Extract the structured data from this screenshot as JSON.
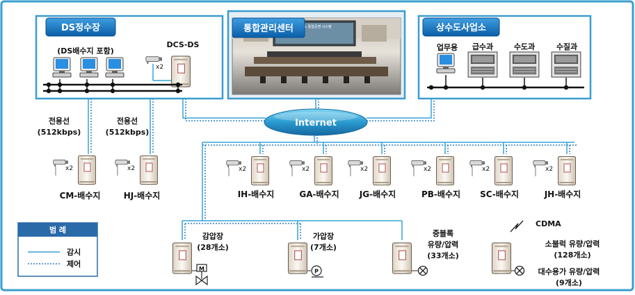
{
  "panels": {
    "ds": {
      "title": "DS정수장",
      "subtitle": "(DS배수지 포함)",
      "dcs_label": "DCS-DS",
      "cam_mult": "x2"
    },
    "center": {
      "title": "통합관리센터",
      "screen_text": "하수도 통합운영 시스템"
    },
    "office": {
      "title": "상수도사업소",
      "labels": [
        "업무용",
        "급수과",
        "수도과",
        "수질과"
      ]
    }
  },
  "internet": {
    "label": "Internet"
  },
  "dedicated_lines": [
    {
      "line1": "전용선",
      "line2": "(512kbps)"
    },
    {
      "line1": "전용선",
      "line2": "(512kbps)"
    }
  ],
  "reservoirs": [
    {
      "label": "CM-배수지",
      "cam": "x2"
    },
    {
      "label": "HJ-배수지",
      "cam": "x2"
    },
    {
      "label": "IH-배수지",
      "cam": "x2"
    },
    {
      "label": "GA-배수지",
      "cam": "x2"
    },
    {
      "label": "JG-배수지",
      "cam": "x2"
    },
    {
      "label": "PB-배수지",
      "cam": "x2"
    },
    {
      "label": "SC-배수지",
      "cam": "x2"
    },
    {
      "label": "JH-배수지",
      "cam": "x2"
    }
  ],
  "field_sites": {
    "reducing": {
      "line1": "감압장",
      "line2": "(28개소)",
      "valve": "M"
    },
    "boosting": {
      "line1": "가압장",
      "line2": "(7개소)",
      "pump": "P"
    },
    "mid_block": {
      "line1": "중블록",
      "line2": "유량/압력",
      "line3": "(33개소)"
    },
    "cdma": {
      "cdma_label": "CDMA",
      "small_block_line1": "소블럭 유량/압력",
      "small_block_line2": "(128개소)",
      "large_consumer_line1": "대수용가 유량/압력",
      "large_consumer_line2": "(9개소)"
    }
  },
  "legend": {
    "title": "범  례",
    "items": [
      {
        "label": "감시",
        "style": "solid"
      },
      {
        "label": "제어",
        "style": "dotted"
      }
    ]
  },
  "colors": {
    "frame": "#3a9dcf",
    "header_start": "#2f8fd0",
    "header_end": "#0a5ea8",
    "solid_line": "#35a3d9",
    "dotted_line": "#2e7fc0",
    "internet_start": "#4fc0e6",
    "internet_end": "#1a7ab5",
    "legend_header": "#2a6aa8"
  }
}
